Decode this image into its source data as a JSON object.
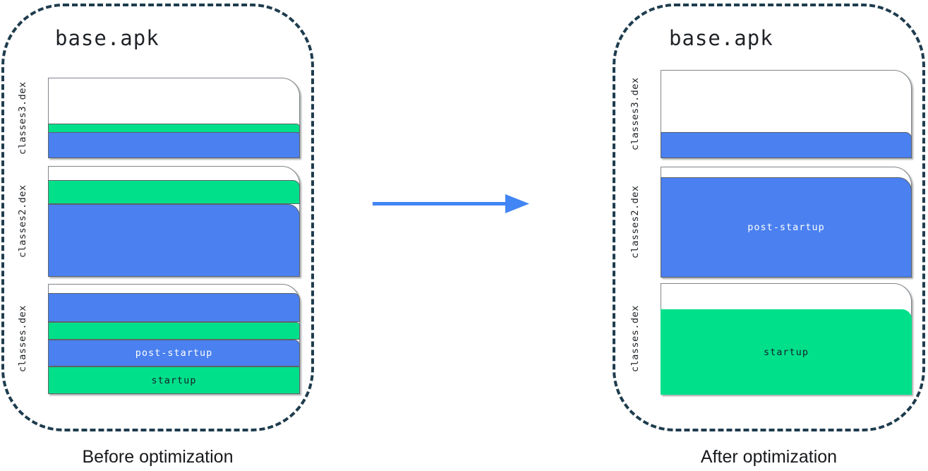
{
  "colors": {
    "green": "#00e08a",
    "blue": "#4a80f0",
    "arrow_blue": "#4285f4",
    "outline": "#1e3c4e"
  },
  "before": {
    "title": "base.apk",
    "caption": "Before optimization",
    "files": [
      {
        "label": "classes3.dex",
        "segments": [
          {
            "color": "green",
            "text": ""
          },
          {
            "color": "blue",
            "text": ""
          }
        ]
      },
      {
        "label": "classes2.dex",
        "segments": [
          {
            "color": "green",
            "text": ""
          },
          {
            "color": "blue",
            "text": ""
          }
        ]
      },
      {
        "label": "classes.dex",
        "segments": [
          {
            "color": "blue",
            "text": ""
          },
          {
            "color": "green",
            "text": ""
          },
          {
            "color": "blue",
            "text": "post-startup"
          },
          {
            "color": "green",
            "text": "startup"
          }
        ]
      }
    ]
  },
  "after": {
    "title": "base.apk",
    "caption": "After optimization",
    "files": [
      {
        "label": "classes3.dex",
        "segments": [
          {
            "color": "blue",
            "text": ""
          }
        ]
      },
      {
        "label": "classes2.dex",
        "segments": [
          {
            "color": "blue",
            "text": "post-startup"
          }
        ]
      },
      {
        "label": "classes.dex",
        "segments": [
          {
            "color": "green",
            "text": "startup"
          }
        ]
      }
    ]
  },
  "arrow": {
    "direction": "right"
  }
}
